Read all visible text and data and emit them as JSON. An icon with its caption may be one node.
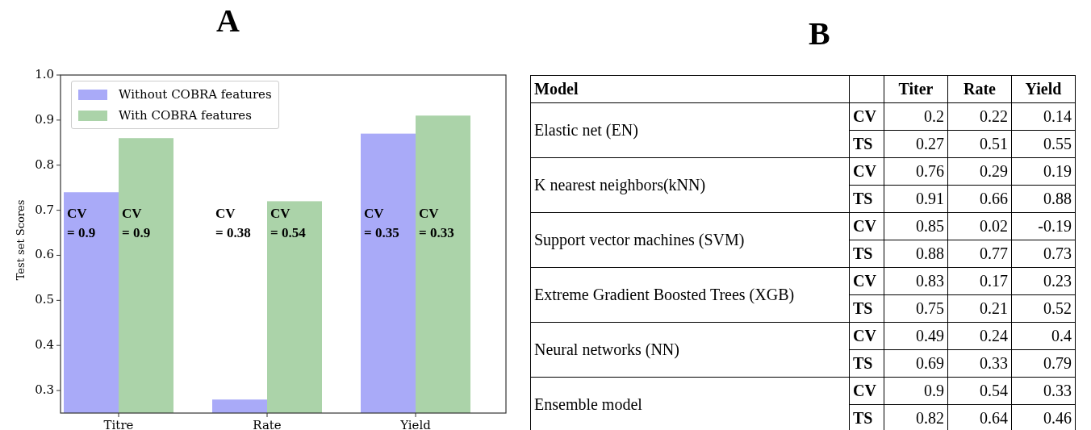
{
  "diagram": {
    "labels": [
      "A",
      "B",
      "Model",
      "Titer",
      "Rate",
      "Yield",
      "Elastic net (EN)",
      "CV",
      "0.2",
      "0.22",
      "0.14",
      "TS",
      "0.27",
      "0.51",
      "0.55",
      "K nearest neighbors(kNN)",
      "CV",
      "0.76",
      "0.29",
      "0.19",
      "TS",
      "0.91",
      "0.66",
      "0.88",
      "Support vector machines (SVM)",
      "CV",
      "0.85",
      "0.02",
      "-0.19",
      "TS",
      "0.88",
      "0.77",
      "0.73",
      "Extreme Gradient Boosted Trees (XGB)",
      "CV",
      "0.83",
      "0.17",
      "0.23",
      "TS",
      "0.75",
      "0.21",
      "0.52",
      "Neural networks (NN)",
      "CV",
      "0.49",
      "0.24",
      "0.4",
      "TS",
      "0.69",
      "0.33",
      "0.79",
      "Ensemble model",
      "CV",
      "0.9",
      "0.54",
      "0.33",
      "TS",
      "0.82",
      "0.64",
      "0.46"
    ],
    "chart_data": {
      "type": "bar",
      "ylabel": "Test set Scores",
      "categories": [
        "Titre",
        "Rate",
        "Yield"
      ],
      "series": [
        {
          "name": "Without COBRA features",
          "color": "#a9aaf8",
          "values": [
            0.74,
            0.28,
            0.87
          ]
        },
        {
          "name": "With COBRA features",
          "color": "#abd3a9",
          "values": [
            0.86,
            0.72,
            0.91
          ]
        }
      ],
      "ylim": [
        0.25,
        1.0
      ],
      "yticks": [
        {
          "value": 0.3,
          "label": "0.3"
        },
        {
          "value": 0.4,
          "label": "0.4"
        },
        {
          "value": 0.5,
          "label": "0.5"
        },
        {
          "value": 0.6,
          "label": "0.6"
        },
        {
          "value": 0.7,
          "label": "0.7"
        },
        {
          "value": 0.8,
          "label": "0.8"
        },
        {
          "value": 0.9,
          "label": "0.9"
        },
        {
          "value": 1.0,
          "label": "1.0"
        }
      ],
      "annotations": [
        {
          "x": "Titre",
          "text": "CV = 0.9"
        },
        {
          "x": "Titre",
          "text": "CV = 0.9"
        },
        {
          "x": "Rate",
          "text": "CV = 0.38"
        },
        {
          "x": "Rate",
          "text": "CV = 0.54"
        },
        {
          "x": "Yield",
          "text": "CV = 0.35"
        },
        {
          "x": "Yield",
          "text": "CV = 0.33"
        }
      ],
      "legend": true
    }
  }
}
